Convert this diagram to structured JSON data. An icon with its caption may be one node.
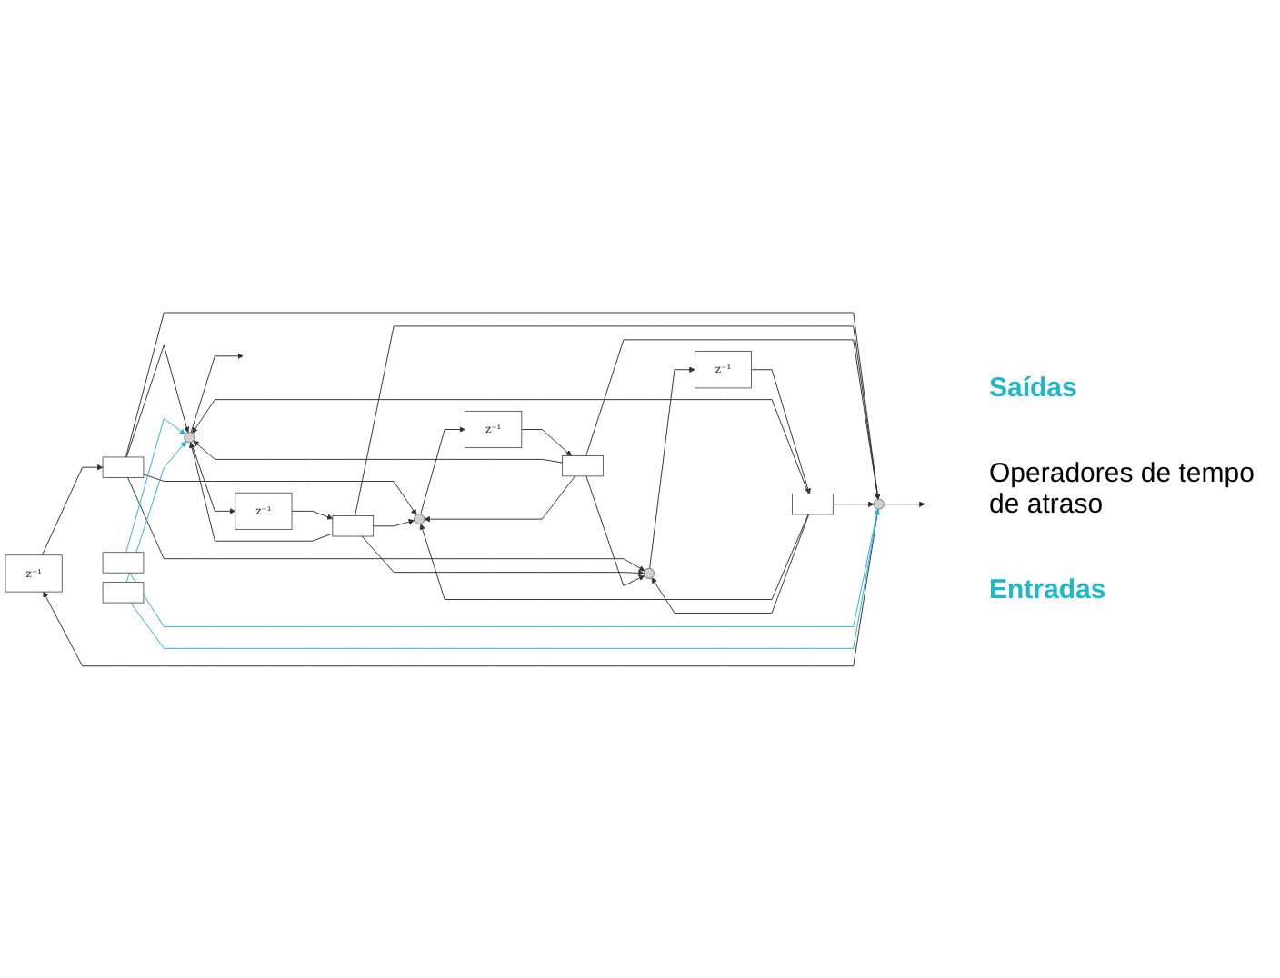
{
  "diagram": {
    "nodes": [
      {
        "text": [
          "z⁻¹"
        ]
      },
      {
        "text": [
          "z⁻¹"
        ]
      },
      {
        "text": [
          "z⁻¹"
        ]
      },
      {
        "text": [
          "z⁻¹"
        ]
      },
      {
        "text": [],
        "shape": "box"
      },
      {
        "text": [],
        "shape": "box"
      },
      {
        "text": [],
        "shape": "box"
      },
      {
        "text": [],
        "shape": "box"
      },
      {
        "text": [],
        "shape": "box"
      },
      {
        "text": [],
        "shape": "box"
      },
      {
        "text": [],
        "shape": "circle"
      },
      {
        "text": [],
        "shape": "circle"
      },
      {
        "text": [],
        "shape": "circle"
      },
      {
        "text": [],
        "shape": "circle"
      }
    ],
    "edges": [
      {
        "from": 10,
        "to": 0,
        "arrow": "to"
      },
      {
        "from": 11,
        "to": 1,
        "arrow": "to"
      },
      {
        "from": 12,
        "to": 2,
        "arrow": "to"
      },
      {
        "from": 13,
        "to": 3,
        "arrow": "to"
      },
      {
        "from": 0,
        "to": 4,
        "arrow": "to"
      },
      {
        "from": 1,
        "to": 5,
        "arrow": "to"
      },
      {
        "from": 2,
        "to": 6,
        "arrow": "to"
      },
      {
        "from": 3,
        "to": 7,
        "arrow": "to"
      },
      {
        "from": 4,
        "to": 10,
        "arrow": "to"
      },
      {
        "from": 4,
        "to": 11,
        "arrow": "to"
      },
      {
        "from": 4,
        "to": 12,
        "arrow": "to"
      },
      {
        "from": 4,
        "to": 13,
        "arrow": "to"
      },
      {
        "from": 5,
        "to": 10,
        "arrow": "to"
      },
      {
        "from": 5,
        "to": 11,
        "arrow": "to"
      },
      {
        "from": 5,
        "to": 12,
        "arrow": "to"
      },
      {
        "from": 5,
        "to": 13,
        "arrow": "to"
      },
      {
        "from": 6,
        "to": 10,
        "arrow": "to"
      },
      {
        "from": 6,
        "to": 11,
        "arrow": "to"
      },
      {
        "from": 6,
        "to": 12,
        "arrow": "to"
      },
      {
        "from": 6,
        "to": 13,
        "arrow": "to"
      },
      {
        "from": 7,
        "to": 10,
        "arrow": "to"
      },
      {
        "from": 7,
        "to": 11,
        "arrow": "to"
      },
      {
        "from": 7,
        "to": 12,
        "arrow": "to"
      },
      {
        "from": 7,
        "to": 13,
        "arrow": "to"
      },
      {
        "from": 8,
        "to": 10,
        "arrow": "to",
        "color": "#29abe2"
      },
      {
        "from": 8,
        "to": 11,
        "arrow": "to",
        "color": "#29abe2"
      },
      {
        "from": 9,
        "to": 10,
        "arrow": "to",
        "color": "#29abe2"
      },
      {
        "from": 9,
        "to": 11,
        "arrow": "to",
        "color": "#29abe2"
      },
      {
        "from": 10,
        "to": null,
        "arrow": "to"
      },
      {
        "from": 11,
        "to": null,
        "arrow": "to"
      }
    ],
    "labels": [
      "Saídas",
      "Operadores de tempo de atraso",
      "Entradas"
    ]
  }
}
